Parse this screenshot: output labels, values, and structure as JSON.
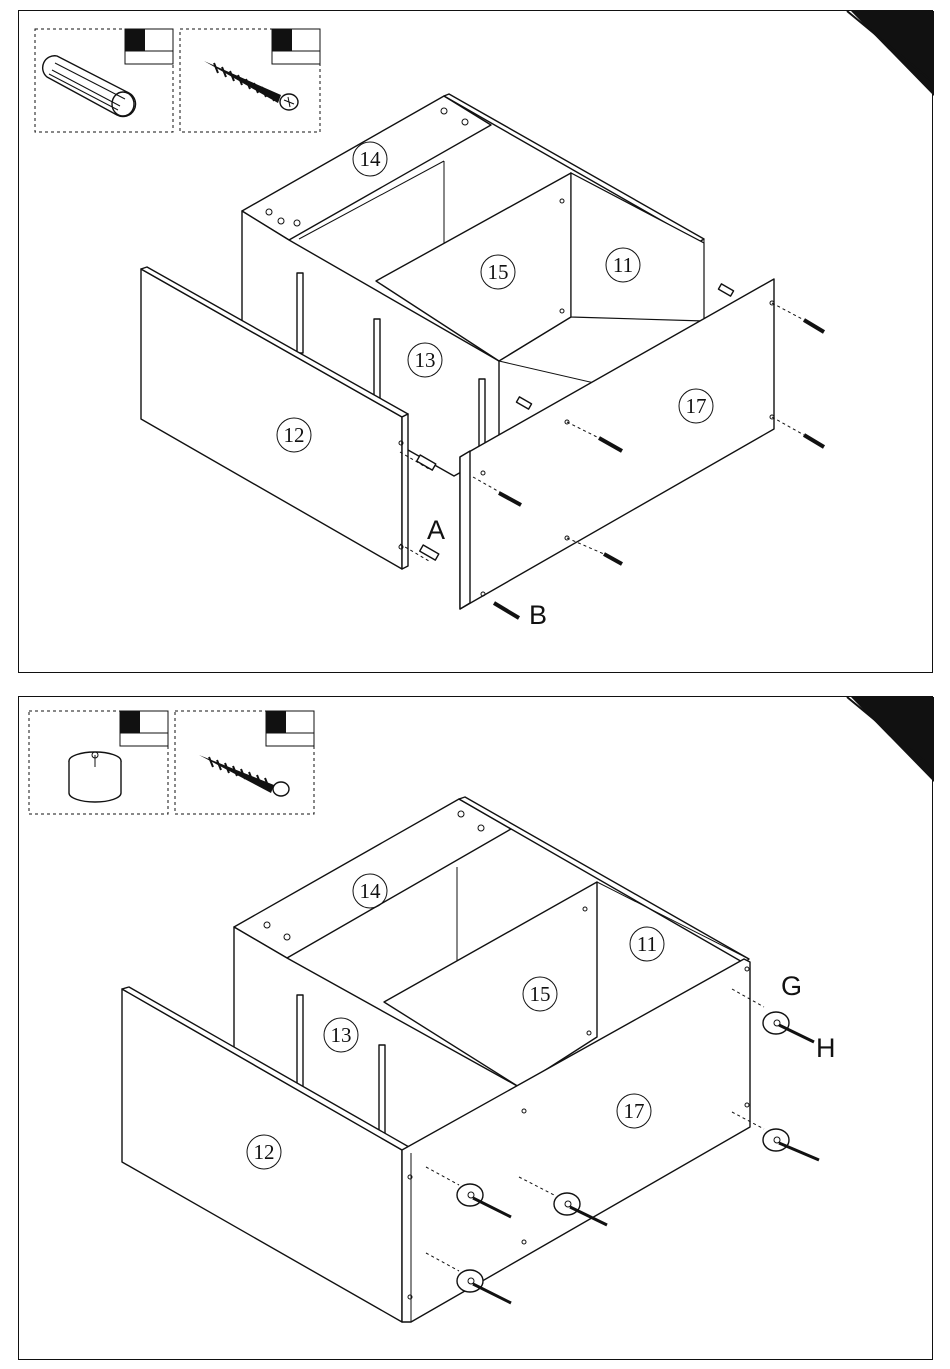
{
  "steps": [
    {
      "parts": {
        "p14": "14",
        "p15": "15",
        "p11": "11",
        "p13": "13",
        "p12": "12",
        "p17": "17"
      },
      "hardware_labels": {
        "dowel": "A",
        "screw": "B"
      }
    },
    {
      "parts": {
        "p14": "14",
        "p15": "15",
        "p11": "11",
        "p13": "13",
        "p12": "12",
        "p17": "17"
      },
      "hardware_labels": {
        "foot": "G",
        "screw": "H"
      }
    }
  ],
  "colors": {
    "line": "#111111",
    "background": "#ffffff"
  },
  "icons": [
    "dowel-icon",
    "screw-icon",
    "foot-icon",
    "corner-tab-icon",
    "quantity-box-icon"
  ]
}
